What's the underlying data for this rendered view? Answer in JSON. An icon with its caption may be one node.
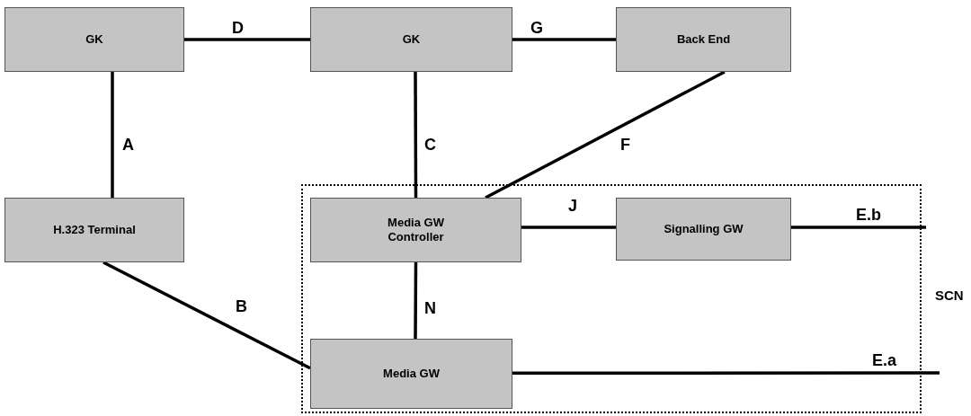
{
  "diagram": {
    "nodes": [
      {
        "text": [
          "GK"
        ]
      },
      {
        "text": [
          "GK"
        ]
      },
      {
        "text": [
          "Back End"
        ]
      },
      {
        "text": [
          "H.323 Terminal"
        ]
      },
      {
        "text": [],
        "shape": "box"
      },
      {
        "text": [
          "Media GW Controller"
        ],
        "in": 4
      },
      {
        "text": [
          "Signalling GW"
        ],
        "in": 4
      },
      {
        "text": [
          "Media GW"
        ],
        "in": 4
      }
    ],
    "edges": [
      {
        "from": 0,
        "to": 1,
        "arrow": "none",
        "label": "D"
      },
      {
        "from": 1,
        "to": 2,
        "arrow": "none",
        "label": "G"
      },
      {
        "from": 0,
        "to": 3,
        "arrow": "none",
        "label": "A"
      },
      {
        "from": 1,
        "to": 5,
        "arrow": "none",
        "label": "C"
      },
      {
        "from": 2,
        "to": 5,
        "arrow": "none",
        "label": "F"
      },
      {
        "from": 5,
        "to": 6,
        "arrow": "none",
        "label": "J"
      },
      {
        "from": 5,
        "to": 7,
        "arrow": "none",
        "label": "N"
      },
      {
        "from": 3,
        "to": 7,
        "arrow": "none",
        "label": "B"
      },
      {
        "from": 6,
        "to": null,
        "arrow": "none",
        "label": "E.b"
      },
      {
        "from": 7,
        "to": null,
        "arrow": "none",
        "label": "E.a"
      }
    ],
    "labels": [
      "SCN"
    ]
  }
}
